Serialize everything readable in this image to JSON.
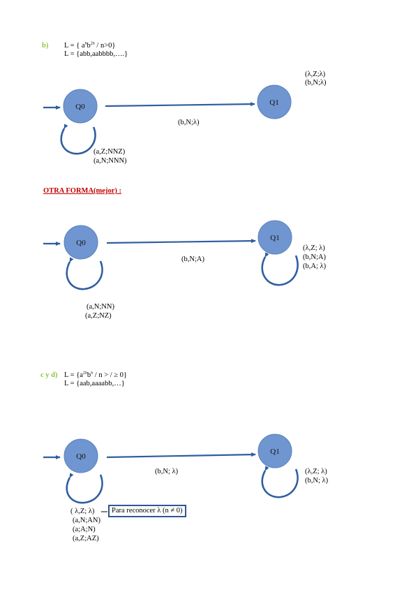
{
  "section_b": {
    "letter": "b)",
    "lang_def_prefix": "L = { a",
    "lang_def_exp1": "n",
    "lang_def_mid": "b",
    "lang_def_exp2": "2n",
    "lang_def_suffix": " / n>0}",
    "lang_ext": "L = {abb,aabbbb,….}",
    "states": [
      "Q0",
      "Q1"
    ],
    "q1_loop_labels": [
      "(λ,Z;λ)",
      "(b,N;λ)"
    ],
    "edge_label": "(b,N;λ)",
    "q0_loop_labels": [
      "(a,Z;NNZ)",
      "(a,N;NNN)"
    ]
  },
  "section_alt": {
    "heading": "OTRA FORMA(mejor) :",
    "states": [
      "Q0",
      "Q1"
    ],
    "edge_label": "(b,N;A)",
    "q1_loop_labels": [
      "(λ,Z; λ)",
      "(b,N;A)",
      "(b,A; λ)"
    ],
    "q0_loop_labels": [
      "(a,N;NN)",
      "(a,Z;NZ)"
    ]
  },
  "section_cd": {
    "letter": "c y d)",
    "lang_def_prefix": "L = {a",
    "lang_def_exp1": "2n",
    "lang_def_mid": "b",
    "lang_def_exp2": "n",
    "lang_def_suffix": " / n > / ≥ 0}",
    "lang_ext": "L = {aab,aaaabb,…}",
    "states": [
      "Q0",
      "Q1"
    ],
    "edge_label": "(b,N; λ)",
    "q1_loop_labels": [
      "(λ,Z; λ)",
      "(b,N; λ)"
    ],
    "q0_loop_labels": [
      "( λ,Z; λ)",
      "(a,N;AN)",
      "(a;A;N)",
      "(a,Z;AZ)"
    ],
    "note": "Para reconocer  λ (n ≠ 0)"
  }
}
